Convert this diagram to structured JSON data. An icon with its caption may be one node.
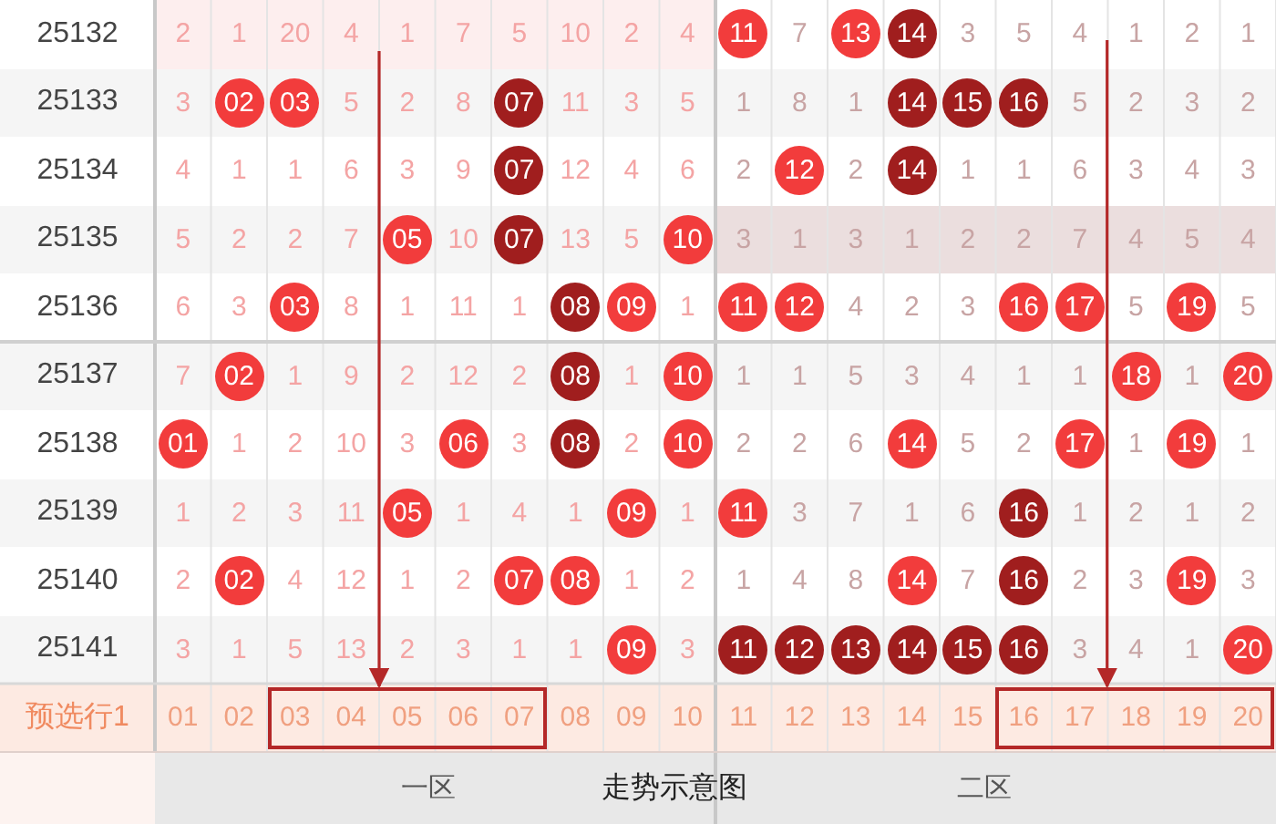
{
  "diagram": {
    "title": "走势示意图",
    "nodes": [
      {
        "text": [],
        "shape": "box"
      },
      {
        "text": [],
        "shape": "box"
      }
    ],
    "edges": [
      {
        "from": null,
        "to": 0,
        "arrow": "to"
      },
      {
        "from": null,
        "to": 1,
        "arrow": "to"
      }
    ],
    "labels": [
      "25132",
      "2",
      "1",
      "20",
      "4",
      "1",
      "7",
      "5",
      "10",
      "2",
      "4",
      "11",
      "7",
      "13",
      "14",
      "3",
      "5",
      "4",
      "1",
      "2",
      "1",
      "25133",
      "3",
      "02",
      "03",
      "5",
      "2",
      "8",
      "07",
      "11",
      "3",
      "5",
      "1",
      "8",
      "1",
      "14",
      "15",
      "16",
      "5",
      "2",
      "3",
      "2",
      "25134",
      "4",
      "1",
      "1",
      "6",
      "3",
      "9",
      "07",
      "12",
      "4",
      "6",
      "2",
      "12",
      "2",
      "14",
      "1",
      "1",
      "6",
      "3",
      "4",
      "3",
      "25135",
      "5",
      "2",
      "2",
      "7",
      "05",
      "10",
      "07",
      "13",
      "5",
      "10",
      "3",
      "1",
      "3",
      "1",
      "2",
      "2",
      "7",
      "4",
      "5",
      "4",
      "25136",
      "6",
      "3",
      "03",
      "8",
      "1",
      "11",
      "1",
      "08",
      "09",
      "1",
      "11",
      "12",
      "4",
      "2",
      "3",
      "16",
      "17",
      "5",
      "19",
      "5",
      "25137",
      "7",
      "02",
      "1",
      "9",
      "2",
      "12",
      "2",
      "08",
      "1",
      "10",
      "1",
      "1",
      "5",
      "3",
      "4",
      "1",
      "1",
      "18",
      "1",
      "20",
      "25138",
      "01",
      "1",
      "2",
      "10",
      "3",
      "06",
      "3",
      "08",
      "2",
      "10",
      "2",
      "2",
      "6",
      "14",
      "5",
      "2",
      "17",
      "1",
      "19",
      "1",
      "25139",
      "1",
      "2",
      "3",
      "11",
      "05",
      "1",
      "4",
      "1",
      "09",
      "1",
      "11",
      "3",
      "7",
      "1",
      "6",
      "16",
      "1",
      "2",
      "1",
      "2",
      "25140",
      "2",
      "02",
      "4",
      "12",
      "1",
      "2",
      "07",
      "08",
      "1",
      "2",
      "1",
      "4",
      "8",
      "14",
      "7",
      "16",
      "2",
      "3",
      "19",
      "3",
      "25141",
      "3",
      "1",
      "5",
      "13",
      "2",
      "3",
      "1",
      "1",
      "09",
      "3",
      "11",
      "12",
      "13",
      "14",
      "15",
      "16",
      "3",
      "4",
      "1",
      "20",
      "预选行1",
      "01",
      "02",
      "03",
      "04",
      "05",
      "06",
      "07",
      "08",
      "09",
      "10",
      "11",
      "12",
      "13",
      "14",
      "15",
      "16",
      "17",
      "18",
      "19",
      "20",
      "一区",
      "二区"
    ]
  }
}
